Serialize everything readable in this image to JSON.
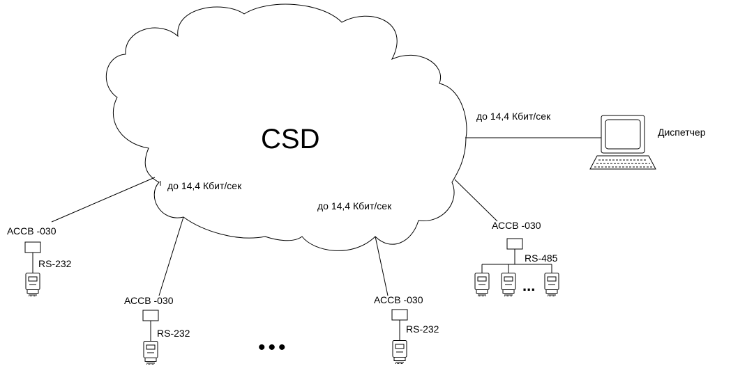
{
  "network": {
    "cloud_label": "CSD",
    "link_speed_dispatcher": "до 14,4 Кбит/сек",
    "link_speed_left": "до 14,4 Кбит/сек",
    "link_speed_bottom": "до 14,4 Кбит/сек"
  },
  "dispatcher": {
    "label": "Диспетчер"
  },
  "devices": [
    {
      "label": "АССВ -030",
      "interface": "RS-232"
    },
    {
      "label": "АССВ -030",
      "interface": "RS-232"
    },
    {
      "label": "АССВ -030",
      "interface": "RS-232"
    },
    {
      "label": "АССВ -030",
      "interface": "RS-485"
    }
  ],
  "ellipsis_small": "...",
  "ellipsis_large": "•••"
}
